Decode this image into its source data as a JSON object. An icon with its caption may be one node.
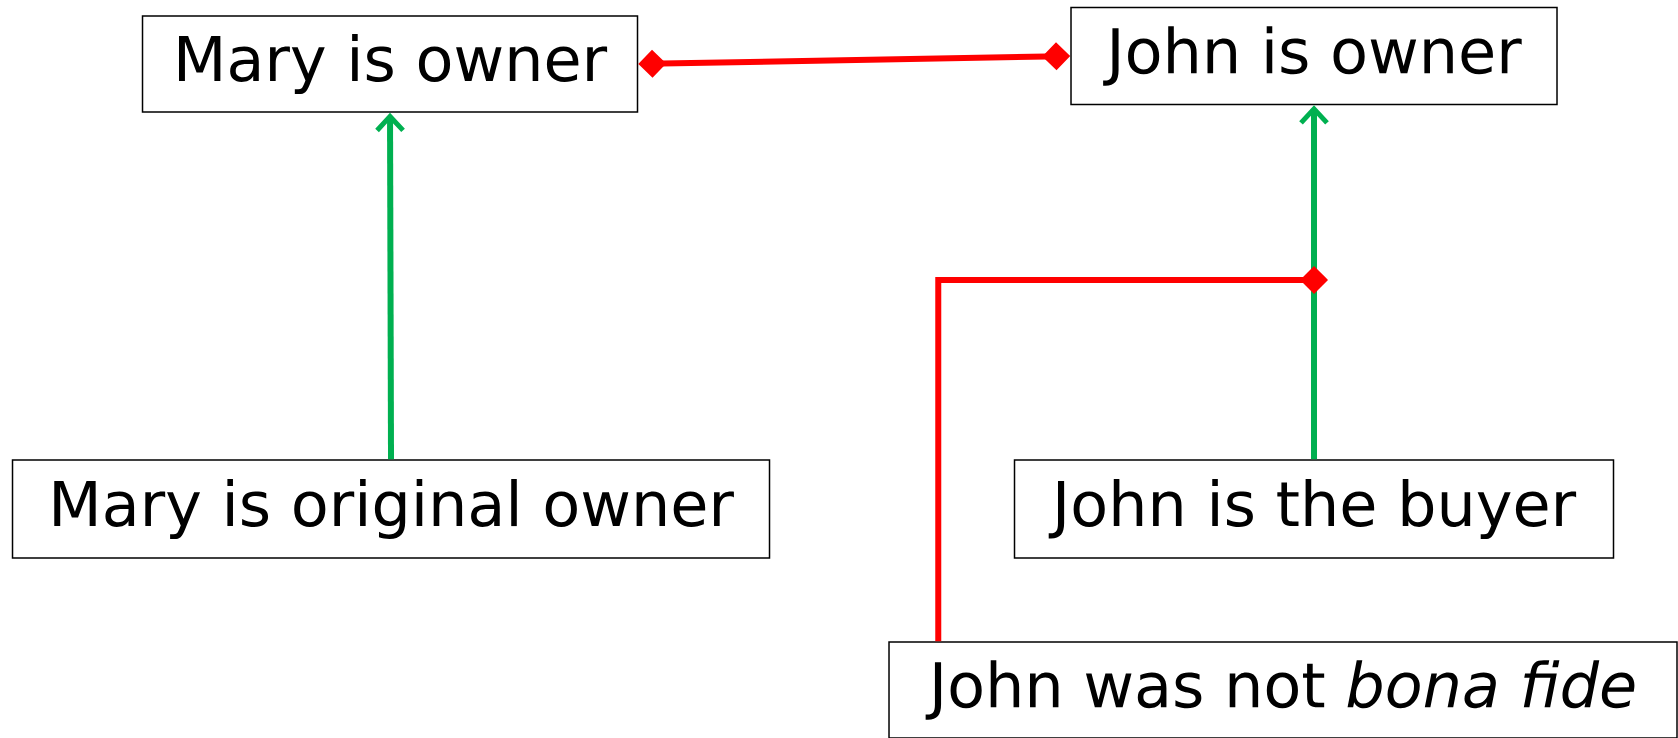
{
  "diagram": {
    "nodes": [
      {
        "text": [
          "Mary is owner"
        ]
      },
      {
        "text": [
          "John is owner"
        ]
      },
      {
        "text": [
          "Mary is original owner"
        ]
      },
      {
        "text": [
          "John is the buyer"
        ]
      },
      {
        "text": [
          "John was not *bona fide*"
        ]
      }
    ],
    "edges": [
      {
        "from": 0,
        "to": 1,
        "arrow": "other",
        "color": "#ff0000"
      },
      {
        "from": 2,
        "to": 0,
        "arrow": "to",
        "color": "#00b050"
      },
      {
        "from": 3,
        "to": 1,
        "arrow": "to",
        "color": "#00b050"
      },
      {
        "from": 4,
        "to": null,
        "arrow": "other",
        "color": "#ff0000"
      }
    ]
  }
}
